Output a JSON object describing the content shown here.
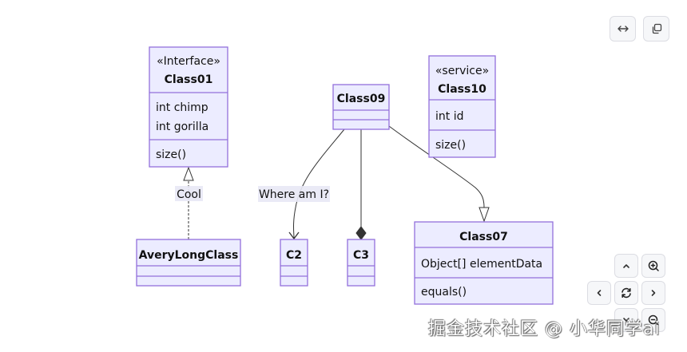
{
  "diagram": {
    "type": "uml-class-diagram",
    "classes": {
      "class01": {
        "stereotype": "«Interface»",
        "name": "Class01",
        "attributes": [
          "int chimp",
          "int gorilla"
        ],
        "methods": [
          "size()"
        ]
      },
      "class10": {
        "stereotype": "«service»",
        "name": "Class10",
        "attributes": [
          "int id"
        ],
        "methods": [
          "size()"
        ]
      },
      "class09": {
        "name": "Class09",
        "attributes": [],
        "methods": []
      },
      "averylongclass": {
        "name": "AveryLongClass",
        "attributes": [],
        "methods": []
      },
      "c2": {
        "name": "C2",
        "attributes": [],
        "methods": []
      },
      "c3": {
        "name": "C3",
        "attributes": [],
        "methods": []
      },
      "class07": {
        "name": "Class07",
        "attributes": [
          "Object[] elementData"
        ],
        "methods": [
          "equals()"
        ]
      }
    },
    "relations": [
      {
        "from": "AveryLongClass",
        "to": "Class01",
        "type": "realization",
        "label": "Cool"
      },
      {
        "from": "Class09",
        "to": "C2",
        "type": "association",
        "label": "Where am I?"
      },
      {
        "from": "Class09",
        "to": "C3",
        "type": "composition",
        "label": ""
      },
      {
        "from": "Class09",
        "to": "Class07",
        "type": "inheritance",
        "label": ""
      }
    ],
    "colors": {
      "box_fill": "#ECECFF",
      "box_stroke": "#9370DB",
      "edge": "#333333"
    }
  },
  "toolbar": {
    "fit_width_icon": "arrows-horizontal-icon",
    "copy_icon": "copy-icon"
  },
  "nav_controls": {
    "pan_up": "chevron-up-icon",
    "zoom_in": "zoom-in-icon",
    "pan_left": "chevron-left-icon",
    "reset": "refresh-icon",
    "pan_right": "chevron-right-icon",
    "pan_down": "chevron-down-icon",
    "zoom_out": "zoom-out-icon"
  },
  "watermark": "掘金技术社区 @ 小华同学ai"
}
